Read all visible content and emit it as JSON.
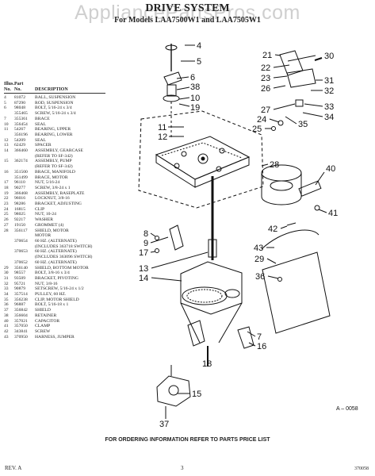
{
  "watermark": "AppliancePartsPros.com",
  "header": {
    "title": "DRIVE SYSTEM",
    "subtitle": "For Models LAA7500W1 and LAA7505W1"
  },
  "parts_table": {
    "heading_line1": [
      "Illus.",
      "Part",
      ""
    ],
    "heading_line2": [
      "No.",
      "No.",
      "DESCRIPTION"
    ],
    "rows": [
      [
        "4",
        "81072",
        "BALL, SUSPENSION"
      ],
      [
        "5",
        "87290",
        "ROD, SUSPENSION"
      ],
      [
        "6",
        "98048",
        "BOLT, 5/16-24 x 3/4"
      ],
      [
        "",
        "355465",
        "SCREW, 5/16-24 x 3/4"
      ],
      [
        "7",
        "355361",
        "BRACE"
      ],
      [
        "10",
        "356454",
        "SEAL"
      ],
      [
        "11",
        "54267",
        "BEARING, UPPER"
      ],
      [
        "",
        "356196",
        "BEARING, LOWER"
      ],
      [
        "12",
        "54209",
        "SEAL"
      ],
      [
        "13",
        "62429",
        "SPACER"
      ],
      [
        "14",
        "366460",
        "ASSEMBLY, GEARCASE"
      ],
      [
        "",
        "",
        "(REFER TO SF-342)"
      ],
      [
        "15",
        "362174",
        "ASSEMBLY, PUMP"
      ],
      [
        "",
        "",
        "(REFER TO SF-342)"
      ],
      [
        "16",
        "351500",
        "BRACE, MANIFOLD"
      ],
      [
        "",
        "351499",
        "BRACE, MOTOR"
      ],
      [
        "17",
        "96110",
        "NUT, 5/16-24"
      ],
      [
        "18",
        "90277",
        "SCREW, 3/8-24 x 1"
      ],
      [
        "19",
        "366468",
        "ASSEMBLY, BASEPLATE"
      ],
      [
        "22",
        "96016",
        "LOCKNUT, 3/8-16"
      ],
      [
        "23",
        "98286",
        "BRACKET, ADJUSTING"
      ],
      [
        "24",
        "16815",
        "CLIP"
      ],
      [
        "25",
        "98025",
        "NUT, 10-24"
      ],
      [
        "26",
        "92217",
        "WASHER"
      ],
      [
        "27",
        "19150",
        "GROMMET (4)"
      ],
      [
        "28",
        "356117",
        "SHIELD, MOTOR"
      ],
      [
        "",
        "",
        "MOTOR"
      ],
      [
        "",
        "370654",
        "60 HZ. (ALTERNATE)"
      ],
      [
        "",
        "",
        "(INCLUDES 363718 SWITCH)"
      ],
      [
        "",
        "370653",
        "60 HZ. (ALTERNATE)"
      ],
      [
        "",
        "",
        "(INCLUDES 363096 SWITCH)"
      ],
      [
        "",
        "370652",
        "60 HZ. (ALTERNATE)"
      ],
      [
        "29",
        "356140",
        "SHIELD, BOTTOM MOTOR"
      ],
      [
        "30",
        "98557",
        "BOLT, 3/8-16 x 3/4"
      ],
      [
        "31",
        "93509",
        "BRACKET, PIVOTING"
      ],
      [
        "32",
        "95721",
        "NUT, 3/8-16"
      ],
      [
        "33",
        "90879",
        "SETSCREW, 5/16-24 x 1/2"
      ],
      [
        "34",
        "357514",
        "PULLEY, 60 HZ."
      ],
      [
        "35",
        "356238",
        "CLIP, MOTOR SHIELD"
      ],
      [
        "36",
        "96887",
        "BOLT, 5/16-18 x 1"
      ],
      [
        "37",
        "356842",
        "SHIELD"
      ],
      [
        "38",
        "356604",
        "RETAINER"
      ],
      [
        "40",
        "357021",
        "CAPACITOR"
      ],
      [
        "41",
        "357050",
        "CLAMP"
      ],
      [
        "42",
        "343841",
        "SCREW"
      ],
      [
        "43",
        "370950",
        "HARNESS, JUMPER"
      ]
    ]
  },
  "callouts": [
    "4",
    "5",
    "6",
    "38",
    "10",
    "19",
    "11",
    "12",
    "8",
    "9",
    "17",
    "13",
    "14",
    "15",
    "18",
    "37",
    "16",
    "7",
    "30",
    "22",
    "23",
    "26",
    "27",
    "21",
    "31",
    "32",
    "33",
    "34",
    "35",
    "24",
    "25",
    "28",
    "40",
    "41",
    "42",
    "43",
    "29",
    "36"
  ],
  "diagram_code": "A – 0058",
  "footer": {
    "order_note": "FOR ORDERING INFORMATION REFER TO PARTS PRICE LIST",
    "rev": "REV. A",
    "page": "3",
    "doc_id": "370058"
  }
}
